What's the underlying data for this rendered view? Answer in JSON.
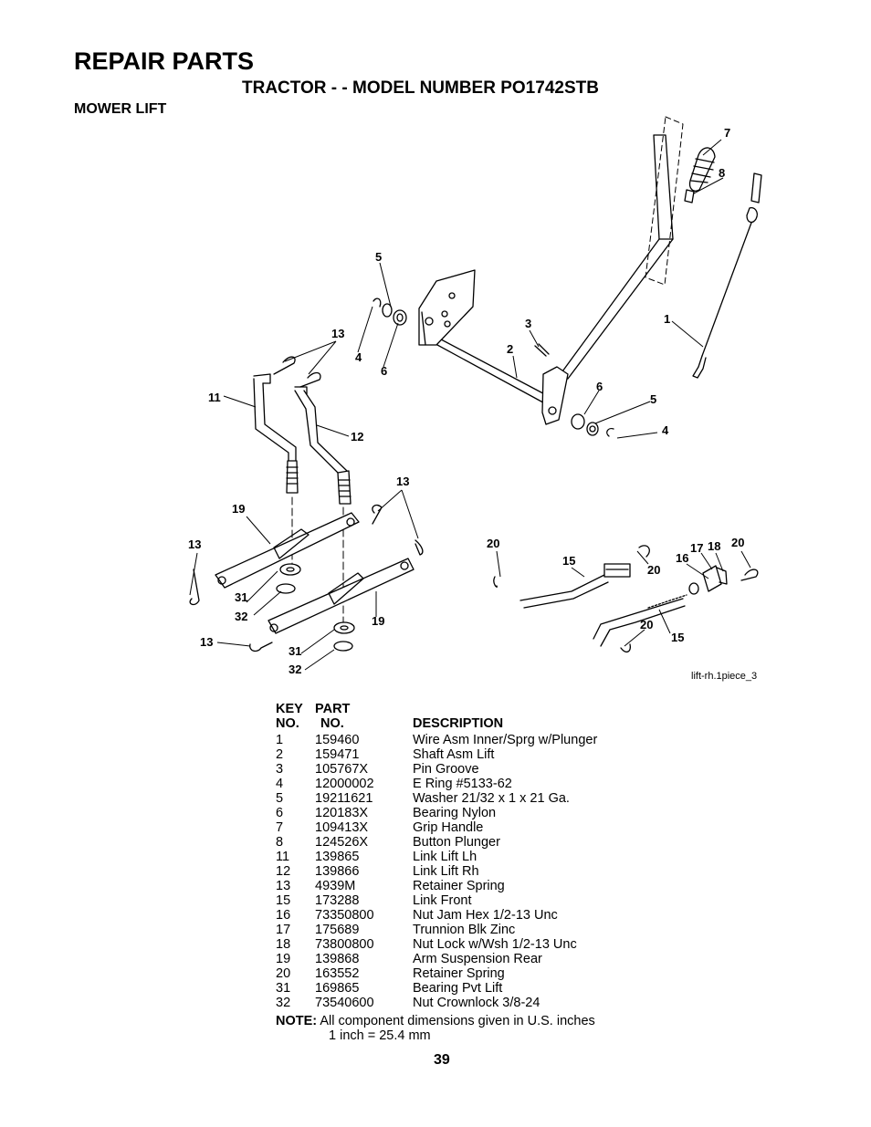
{
  "header": {
    "title": "REPAIR PARTS",
    "subtitle": "TRACTOR - - MODEL NUMBER PO1742STB",
    "section": "MOWER LIFT"
  },
  "diagram": {
    "figure_ref": "lift-rh.1piece_3",
    "callouts": [
      "7",
      "8",
      "5",
      "1",
      "3",
      "13",
      "4",
      "2",
      "6",
      "6",
      "5",
      "11",
      "4",
      "12",
      "13",
      "19",
      "13",
      "20",
      "20",
      "16",
      "17",
      "18",
      "20",
      "15",
      "20",
      "31",
      "32",
      "19",
      "13",
      "31",
      "32",
      "15",
      "20"
    ]
  },
  "parts_table": {
    "headers": {
      "key_top": "KEY",
      "key_bottom": "NO.",
      "part_top": "PART",
      "part_bottom": "NO.",
      "description": "DESCRIPTION"
    },
    "rows": [
      {
        "key": "1",
        "part": "159460",
        "desc": "Wire Asm Inner/Sprg w/Plunger"
      },
      {
        "key": "2",
        "part": "159471",
        "desc": "Shaft Asm Lift"
      },
      {
        "key": "3",
        "part": "105767X",
        "desc": "Pin Groove"
      },
      {
        "key": "4",
        "part": "12000002",
        "desc": "E Ring  #5133-62"
      },
      {
        "key": "5",
        "part": "19211621",
        "desc": "Washer  21/32 x 1 x 21 Ga."
      },
      {
        "key": "6",
        "part": "120183X",
        "desc": "Bearing Nylon"
      },
      {
        "key": "7",
        "part": "109413X",
        "desc": "Grip Handle"
      },
      {
        "key": "8",
        "part": "124526X",
        "desc": "Button Plunger"
      },
      {
        "key": "11",
        "part": "139865",
        "desc": "Link Lift Lh"
      },
      {
        "key": "12",
        "part": "139866",
        "desc": "Link Lift Rh"
      },
      {
        "key": "13",
        "part": "4939M",
        "desc": "Retainer Spring"
      },
      {
        "key": "15",
        "part": "173288",
        "desc": "Link Front"
      },
      {
        "key": "16",
        "part": "73350800",
        "desc": "Nut Jam Hex  1/2-13 Unc"
      },
      {
        "key": "17",
        "part": "175689",
        "desc": "Trunnion Blk Zinc"
      },
      {
        "key": "18",
        "part": "73800800",
        "desc": "Nut Lock w/Wsh 1/2-13 Unc"
      },
      {
        "key": "19",
        "part": "139868",
        "desc": "Arm Suspension Rear"
      },
      {
        "key": "20",
        "part": "163552",
        "desc": "Retainer Spring"
      },
      {
        "key": "31",
        "part": "169865",
        "desc": "Bearing Pvt Lift"
      },
      {
        "key": "32",
        "part": "73540600",
        "desc": "Nut Crownlock  3/8-24"
      }
    ]
  },
  "note": {
    "label": "NOTE:",
    "line1": "All component dimensions given in U.S. inches",
    "line2": "1 inch = 25.4 mm"
  },
  "page_number": "39"
}
